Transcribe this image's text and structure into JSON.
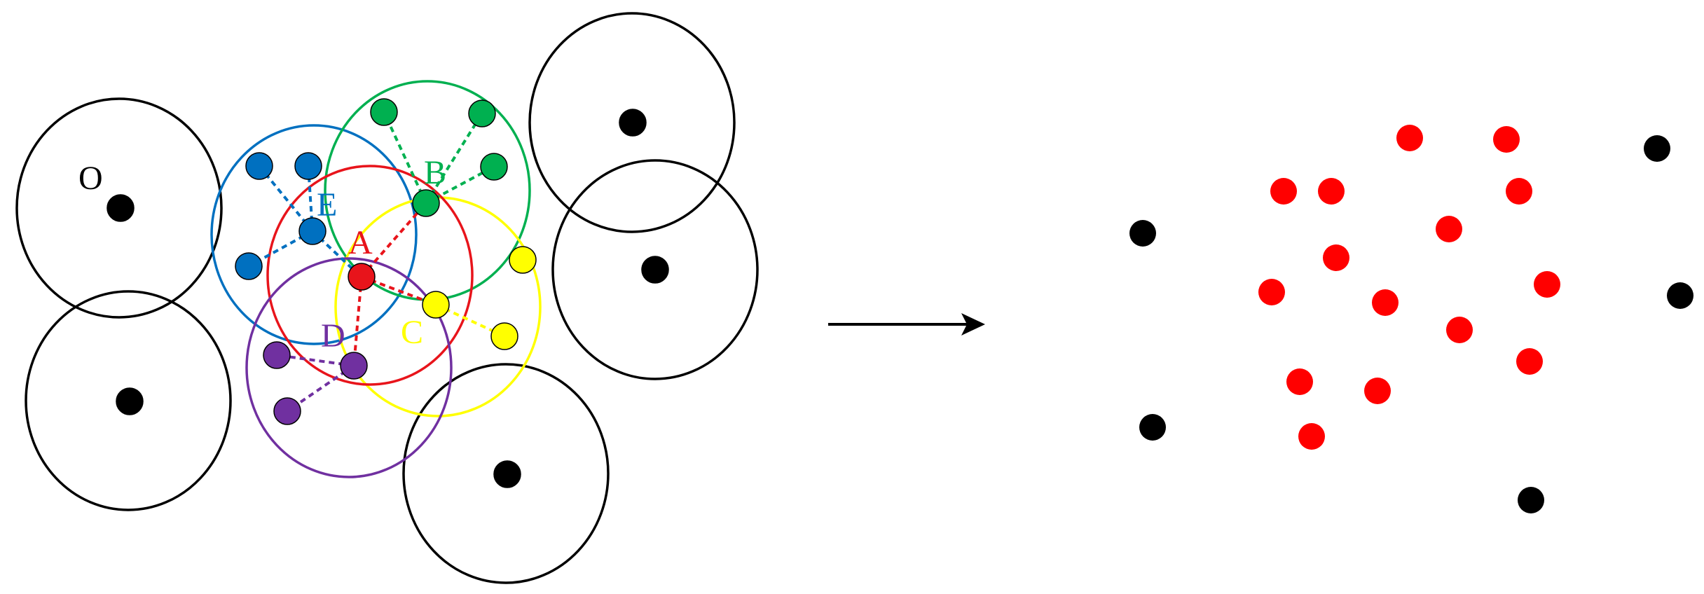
{
  "labels": {
    "o": "O",
    "a": "A",
    "b": "B",
    "c": "C",
    "d": "D",
    "e": "E"
  },
  "colors": {
    "black": "#000000",
    "red": "#e8141b",
    "green": "#00b050",
    "blue": "#0070c0",
    "yellow": "#ffff00",
    "purple": "#7030a0",
    "cluster_point": "#ff0000"
  }
}
